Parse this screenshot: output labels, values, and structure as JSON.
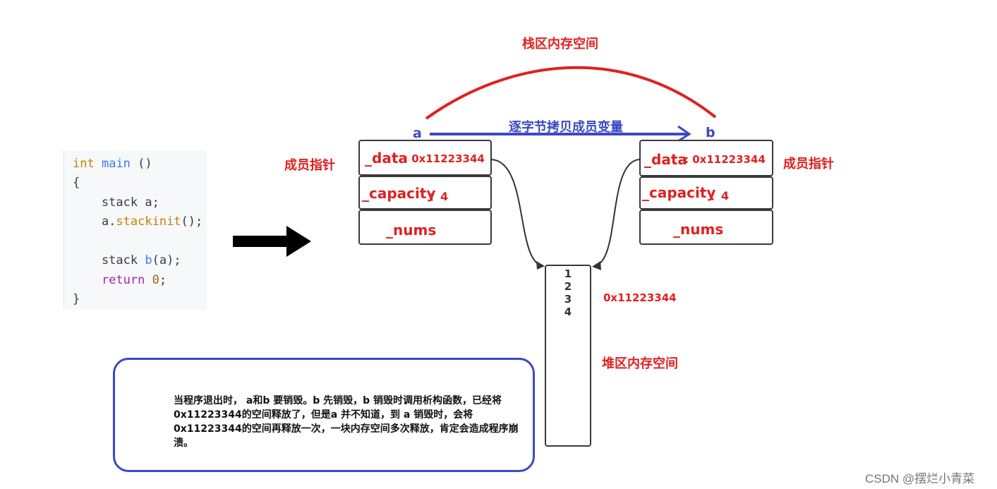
{
  "code": {
    "lines": [
      {
        "a": "int",
        "b": " ",
        "c": "main",
        "d": " ()"
      },
      {
        "t": "{"
      },
      {
        "t": "    stack a;"
      },
      {
        "pre": "    a.",
        "fn": "stackinit",
        "post": "();"
      },
      {
        "t": ""
      },
      {
        "pre": "    stack ",
        "fn": "b",
        "post": "(a);"
      },
      {
        "kw": "return",
        "sp": " ",
        "num": "0",
        "end": ";"
      },
      {
        "t": "}"
      }
    ]
  },
  "labels": {
    "stack_memory": "栈区内存空间",
    "heap_memory": "堆区内存空间",
    "copy_members": "逐字节拷贝成员变量",
    "obj_a": "a",
    "obj_b": "b",
    "member_ptr_left": "成员指针",
    "member_ptr_right": "成员指针",
    "heap_address": "0x11223344"
  },
  "object_a": {
    "data_name": "_data",
    "data_value": ": 0x11223344",
    "capacity_name": "_capacity",
    "capacity_value": "：4",
    "nums_name": "_nums"
  },
  "object_b": {
    "data_name": "_data",
    "data_value": ": 0x11223344",
    "capacity_name": "_capacity",
    "capacity_value": "：4",
    "nums_name": "_nums"
  },
  "heap_values": [
    "1",
    "2",
    "3",
    "4"
  ],
  "note": {
    "text": "当程序退出时， a和b 要销毁。b 先销毁，b 销毁时调用析构函数，已经将0x11223344的空间释放了，但是a 并不知道，到 a 销毁时，会将0x11223344的空间再释放一次，一块内存空间多次释放，肯定会造成程序崩溃。"
  },
  "watermark": "CSDN @摆烂小青菜",
  "colors": {
    "red": "#e02020",
    "blue": "#3b49c4",
    "box_border": "#3a3a3a",
    "arrow": "#000000"
  }
}
